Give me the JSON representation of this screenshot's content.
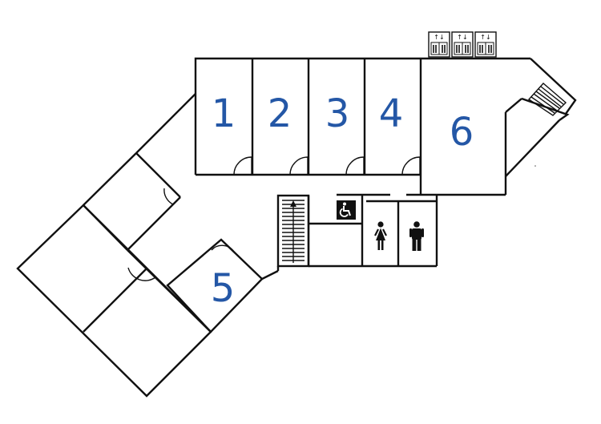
{
  "rooms": [
    {
      "label": "1"
    },
    {
      "label": "2"
    },
    {
      "label": "3"
    },
    {
      "label": "4"
    },
    {
      "label": "5"
    },
    {
      "label": "6"
    }
  ],
  "colors": {
    "room_label": "#2457a6",
    "walls": "#111111",
    "background": "#ffffff"
  },
  "icons": [
    "elevator-icon",
    "elevator-icon",
    "elevator-icon",
    "accessible-icon",
    "female-restroom-icon",
    "male-restroom-icon",
    "staircase-icon"
  ]
}
